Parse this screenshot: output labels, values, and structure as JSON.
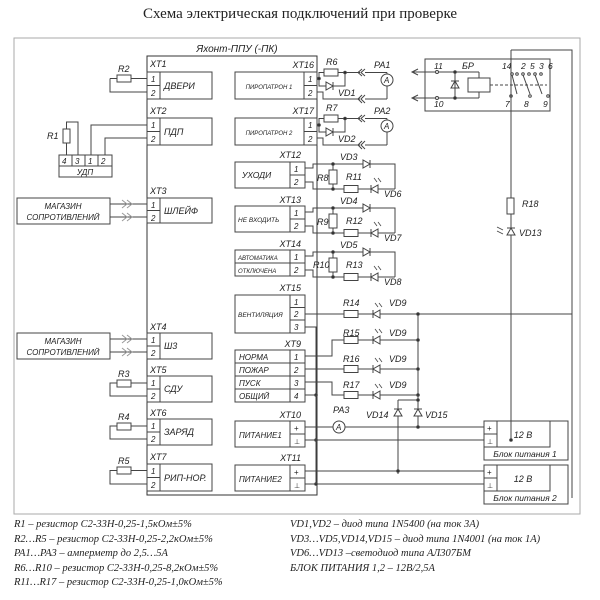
{
  "title": "Схема  электрическая  подключений при проверке",
  "device": {
    "name": "Яхонт-ППУ (-ПК)",
    "left_terminals": [
      {
        "id": "XT1",
        "pins": [
          "1",
          "2"
        ],
        "label": "ДВЕРИ"
      },
      {
        "id": "XT2",
        "pins": [
          "1",
          "2"
        ],
        "label": "ПДП"
      },
      {
        "id": "XT3",
        "pins": [
          "1",
          "2"
        ],
        "label": "ШЛЕЙФ"
      },
      {
        "id": "XT4",
        "pins": [
          "1",
          "2"
        ],
        "label": "Ш3"
      },
      {
        "id": "XT5",
        "pins": [
          "1",
          "2"
        ],
        "label": "СДУ"
      },
      {
        "id": "XT6",
        "pins": [
          "1",
          "2"
        ],
        "label": "ЗАРЯД"
      },
      {
        "id": "XT7",
        "pins": [
          "1",
          "2"
        ],
        "label": "РИП-НОР."
      }
    ],
    "right_terminals": [
      {
        "id": "XT16",
        "pins": [
          "1",
          "2"
        ],
        "label": "ПИРОПАТРОН 1"
      },
      {
        "id": "XT17",
        "pins": [
          "1",
          "2"
        ],
        "label": "ПИРОПАТРОН 2"
      },
      {
        "id": "XT12",
        "pins": [
          "1",
          "2"
        ],
        "label": "УХОДИ"
      },
      {
        "id": "XT13",
        "pins": [
          "1",
          "2"
        ],
        "label": "НЕ ВХОДИТЬ"
      },
      {
        "id": "XT14",
        "pins": [
          "1",
          "2"
        ],
        "label": "АВТОМАТИКА ОТКЛЮЧЕНА",
        "label_lines": [
          "АВТОМАТИКА",
          "ОТКЛЮЧЕНА"
        ]
      },
      {
        "id": "XT15",
        "pins": [
          "1",
          "2",
          "3"
        ],
        "label": "ВЕНТИЛЯЦИЯ"
      },
      {
        "id": "XT9",
        "pins": [
          "1",
          "2",
          "3",
          "4"
        ],
        "rows": [
          "НОРМА",
          "ПОЖАР",
          "ПУСК",
          "ОБЩИЙ"
        ]
      },
      {
        "id": "XT10",
        "pins": [
          "+",
          "⊥"
        ],
        "label": "ПИТАНИЕ1"
      },
      {
        "id": "XT11",
        "pins": [
          "+",
          "⊥"
        ],
        "label": "ПИТАНИЕ2"
      }
    ]
  },
  "external": {
    "udp": {
      "label": "УДП",
      "pins": [
        "4",
        "3",
        "1",
        "2"
      ]
    },
    "resistance_box": "МАГАЗИН СОПРОТИВЛЕНИЙ",
    "resistance_box_lines": [
      "МАГАЗИН",
      "СОПРОТИВЛЕНИЙ"
    ],
    "relay": {
      "label": "БР",
      "pins_top": [
        "11",
        "14",
        "2",
        "5",
        "3",
        "6"
      ],
      "pins_bottom": [
        "10",
        "7",
        "8",
        "9"
      ]
    },
    "power_supplies": [
      {
        "label": "Блок питания 1",
        "voltage": "12 В",
        "pins": [
          "+",
          "⊥"
        ]
      },
      {
        "label": "Блок питания 2",
        "voltage": "12 В",
        "pins": [
          "+",
          "⊥"
        ]
      }
    ]
  },
  "components": {
    "R1": "R1",
    "R2": "R2",
    "R3": "R3",
    "R4": "R4",
    "R5": "R5",
    "R6": "R6",
    "R7": "R7",
    "R8": "R8",
    "R9": "R9",
    "R10": "R10",
    "R11": "R11",
    "R12": "R12",
    "R13": "R13",
    "R14": "R14",
    "R15": "R15",
    "R16": "R16",
    "R17": "R17",
    "R18": "R18",
    "VD1": "VD1",
    "VD2": "VD2",
    "VD3": "VD3",
    "VD4": "VD4",
    "VD5": "VD5",
    "VD6": "VD6",
    "VD7": "VD7",
    "VD8": "VD8",
    "VD9": "VD9",
    "VD13": "VD13",
    "VD14": "VD14",
    "VD15": "VD15",
    "PA1": "PA1",
    "PA2": "PA2",
    "PA3": "PA3",
    "ammeter_symbol": "A"
  },
  "legend_left": [
    "R1 – резистор С2-33Н-0,25-1,5кОм±5%",
    "R2…R5 – резистор С2-33Н-0,25-2,2кОм±5%",
    "PA1…PA3 – амперметр до 2,5…5А",
    "R6…R10 – резистор С2-33Н-0,25-8,2кОм±5%",
    "R11…R17 – резистор С2-33Н-0,25-1,0кОм±5%"
  ],
  "legend_right": [
    "VD1,VD2 – диод типа 1N5400 (на ток 3А)",
    "VD3…VD5,VD14,VD15 – диод типа 1N4001 (на ток 1А)",
    "VD6…VD13 –светодиод типа АЛ307БМ",
    "БЛОК ПИТАНИЯ 1,2 – 12В/2,5А"
  ]
}
